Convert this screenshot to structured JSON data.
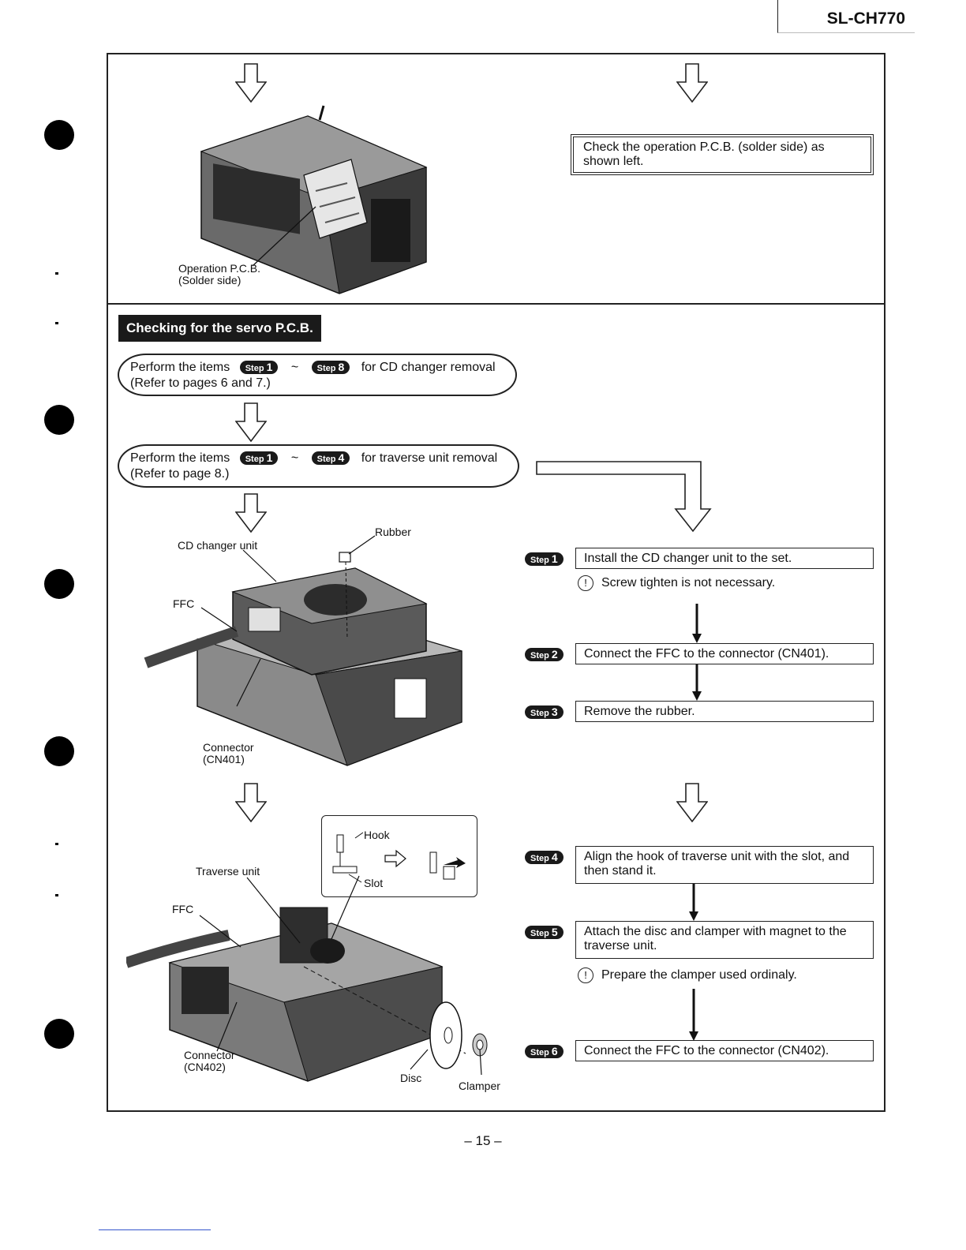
{
  "header": {
    "model": "SL-CH770"
  },
  "top_section": {
    "note": "Check the operation P.C.B. (solder side) as shown left.",
    "label_operation_pcb": "Operation P.C.B.",
    "label_solder_side": "(Solder side)"
  },
  "servo_section": {
    "title": "Checking for the servo P.C.B.",
    "pill1": {
      "prefix": "Perform the items",
      "step_a_word": "Step",
      "step_a_num": "1",
      "sep": "~",
      "step_b_word": "Step",
      "step_b_num": "8",
      "suffix": "for CD changer removal",
      "ref": "(Refer to pages 6 and 7.)"
    },
    "pill2": {
      "prefix": "Perform the items",
      "step_a_word": "Step",
      "step_a_num": "1",
      "sep": "~",
      "step_b_word": "Step",
      "step_b_num": "4",
      "suffix": "for traverse unit removal",
      "ref": "(Refer to page 8.)"
    },
    "labels": {
      "rubber": "Rubber",
      "cd_changer_unit": "CD changer unit",
      "ffc": "FFC",
      "connector_cn401_a": "Connector",
      "connector_cn401_b": "(CN401)",
      "hook": "Hook",
      "slot": "Slot",
      "traverse_unit": "Traverse unit",
      "ffc2": "FFC",
      "connector_cn402_a": "Connector",
      "connector_cn402_b": "(CN402)",
      "disc": "Disc",
      "clamper": "Clamper"
    },
    "steps": [
      {
        "word": "Step",
        "num": "1",
        "text": "Install the CD changer unit to the set."
      },
      {
        "word": "Step",
        "num": "2",
        "text": "Connect the FFC to the connector (CN401)."
      },
      {
        "word": "Step",
        "num": "3",
        "text": "Remove the rubber."
      },
      {
        "word": "Step",
        "num": "4",
        "text": "Align the hook of traverse unit with the slot, and then stand it."
      },
      {
        "word": "Step",
        "num": "5",
        "text": "Attach the disc and clamper with magnet to the traverse unit."
      },
      {
        "word": "Step",
        "num": "6",
        "text": "Connect the FFC to the connector (CN402)."
      }
    ],
    "cautions": {
      "symbol": "!",
      "step1": "Screw tighten is not necessary.",
      "step5": "Prepare the clamper used ordinaly."
    }
  },
  "footer": {
    "page_number": "– 15 –"
  },
  "colors": {
    "ink": "#111111",
    "badge_bg": "#1a1a1a",
    "link": "#3355cc"
  }
}
